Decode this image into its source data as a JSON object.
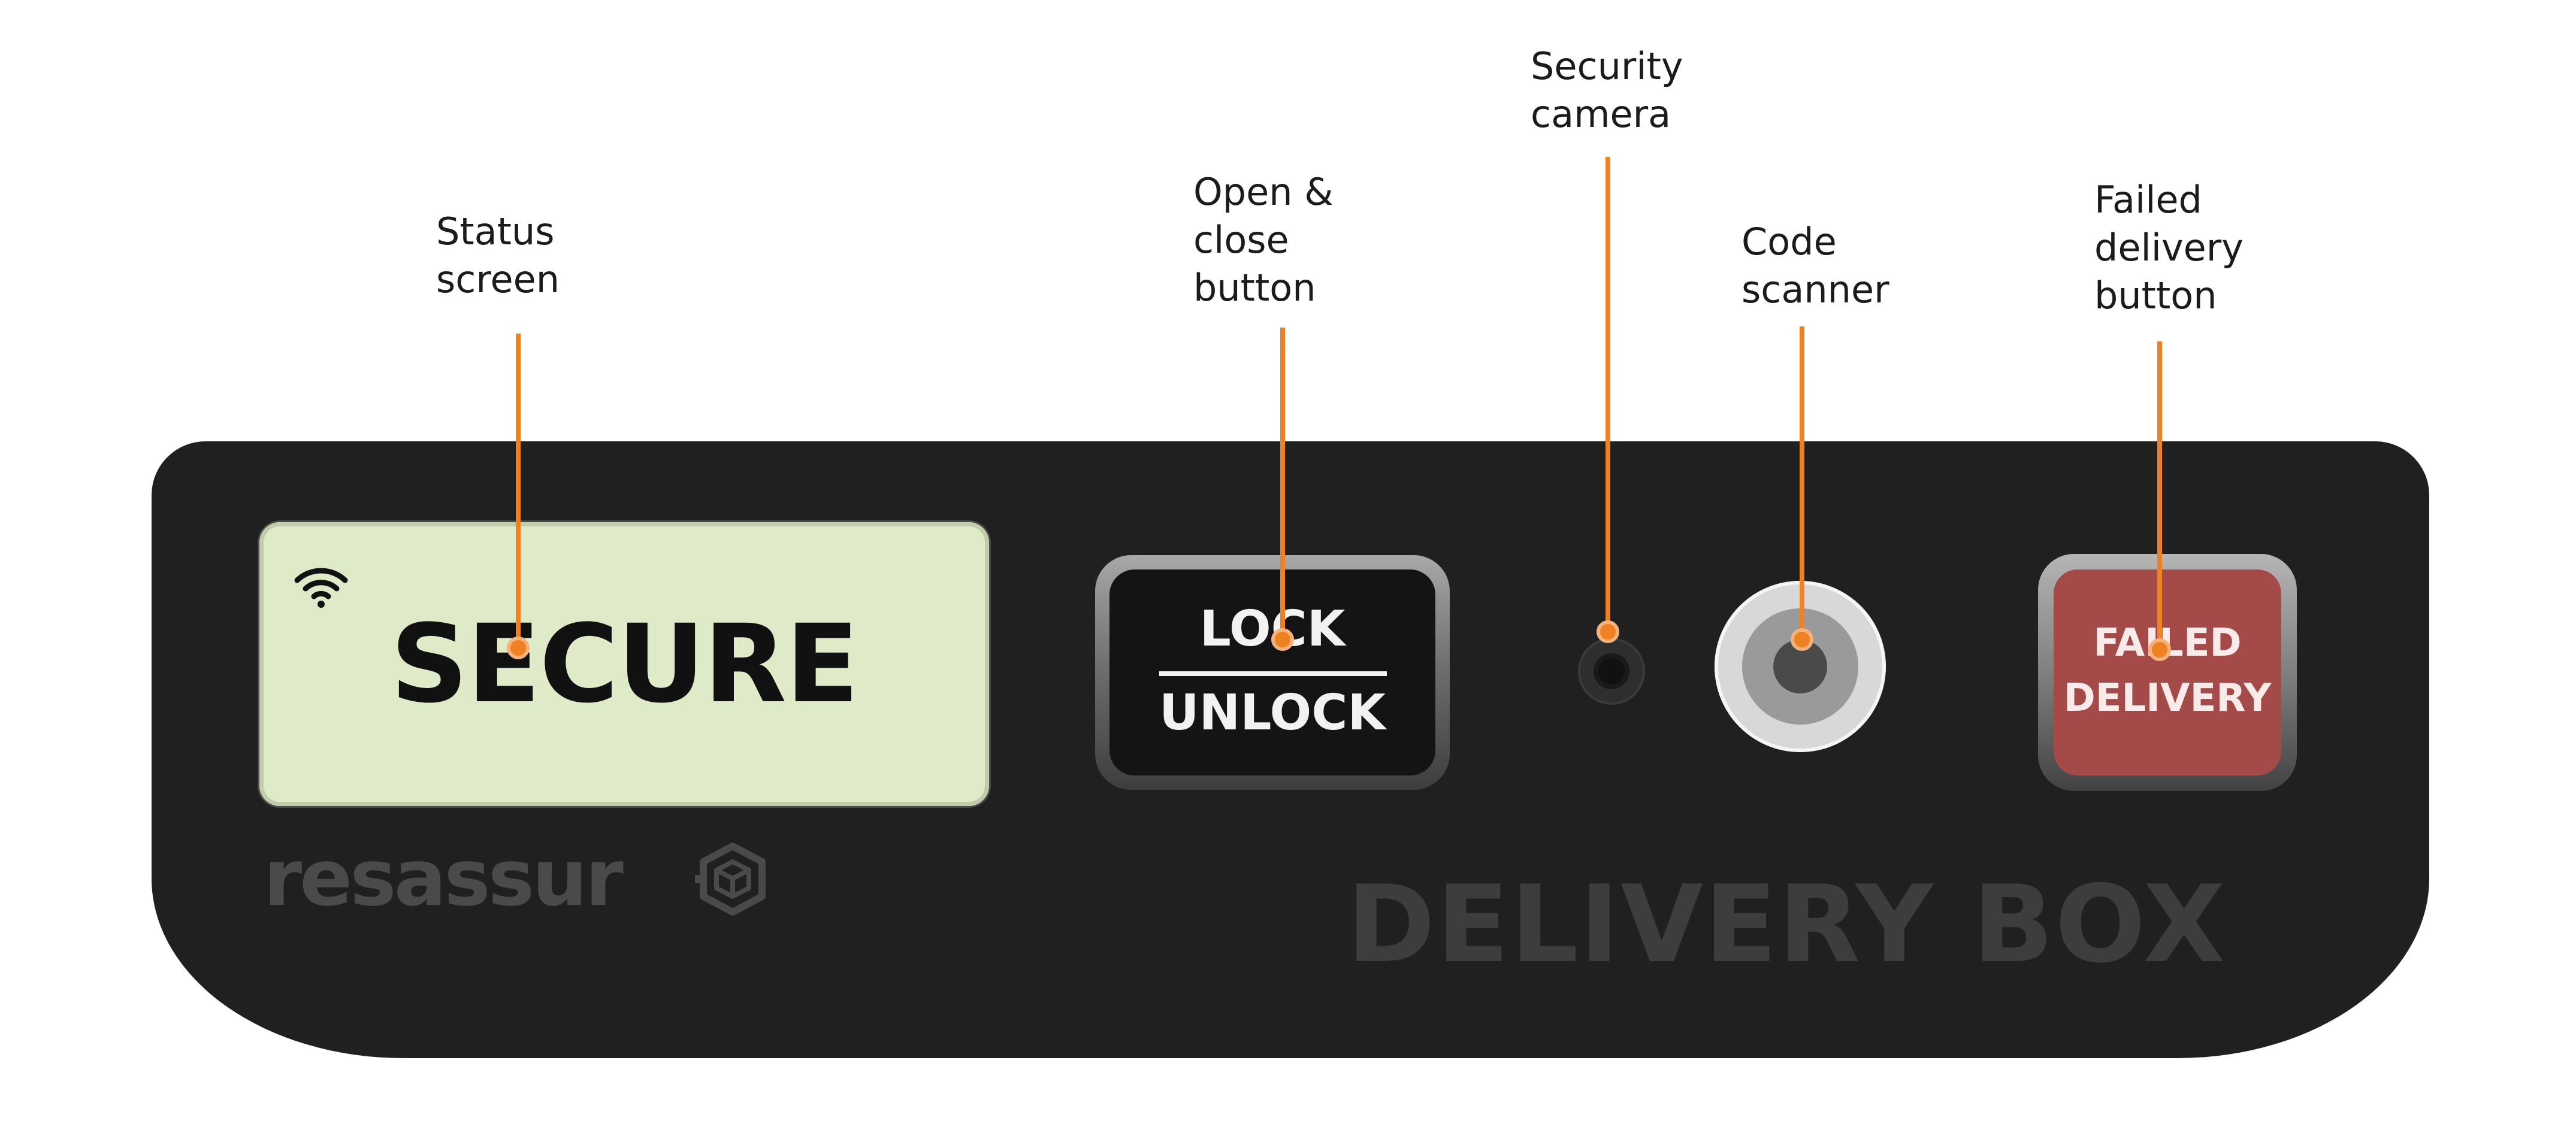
{
  "callouts": {
    "status_screen": [
      "Status",
      "screen"
    ],
    "open_close_button": [
      "Open &",
      "close",
      "button"
    ],
    "security_camera": [
      "Security",
      "camera"
    ],
    "code_scanner": [
      "Code",
      "scanner"
    ],
    "failed_delivery_button": [
      "Failed",
      "delivery",
      "button"
    ]
  },
  "device": {
    "status_text": "SECURE",
    "lock_button": {
      "top": "LOCK",
      "bottom": "UNLOCK"
    },
    "failed_button": {
      "top": "FAILED",
      "bottom": "DELIVERY"
    },
    "brand": "resassur",
    "product_label": "DELIVERY BOX"
  },
  "colors": {
    "callout": "#ee8121",
    "panel": "#202020",
    "screen": "#dfebc8",
    "failed_button": "#a44a49"
  },
  "icons": {
    "wifi": "wifi-icon",
    "brand_mark": "box-logo-icon"
  }
}
